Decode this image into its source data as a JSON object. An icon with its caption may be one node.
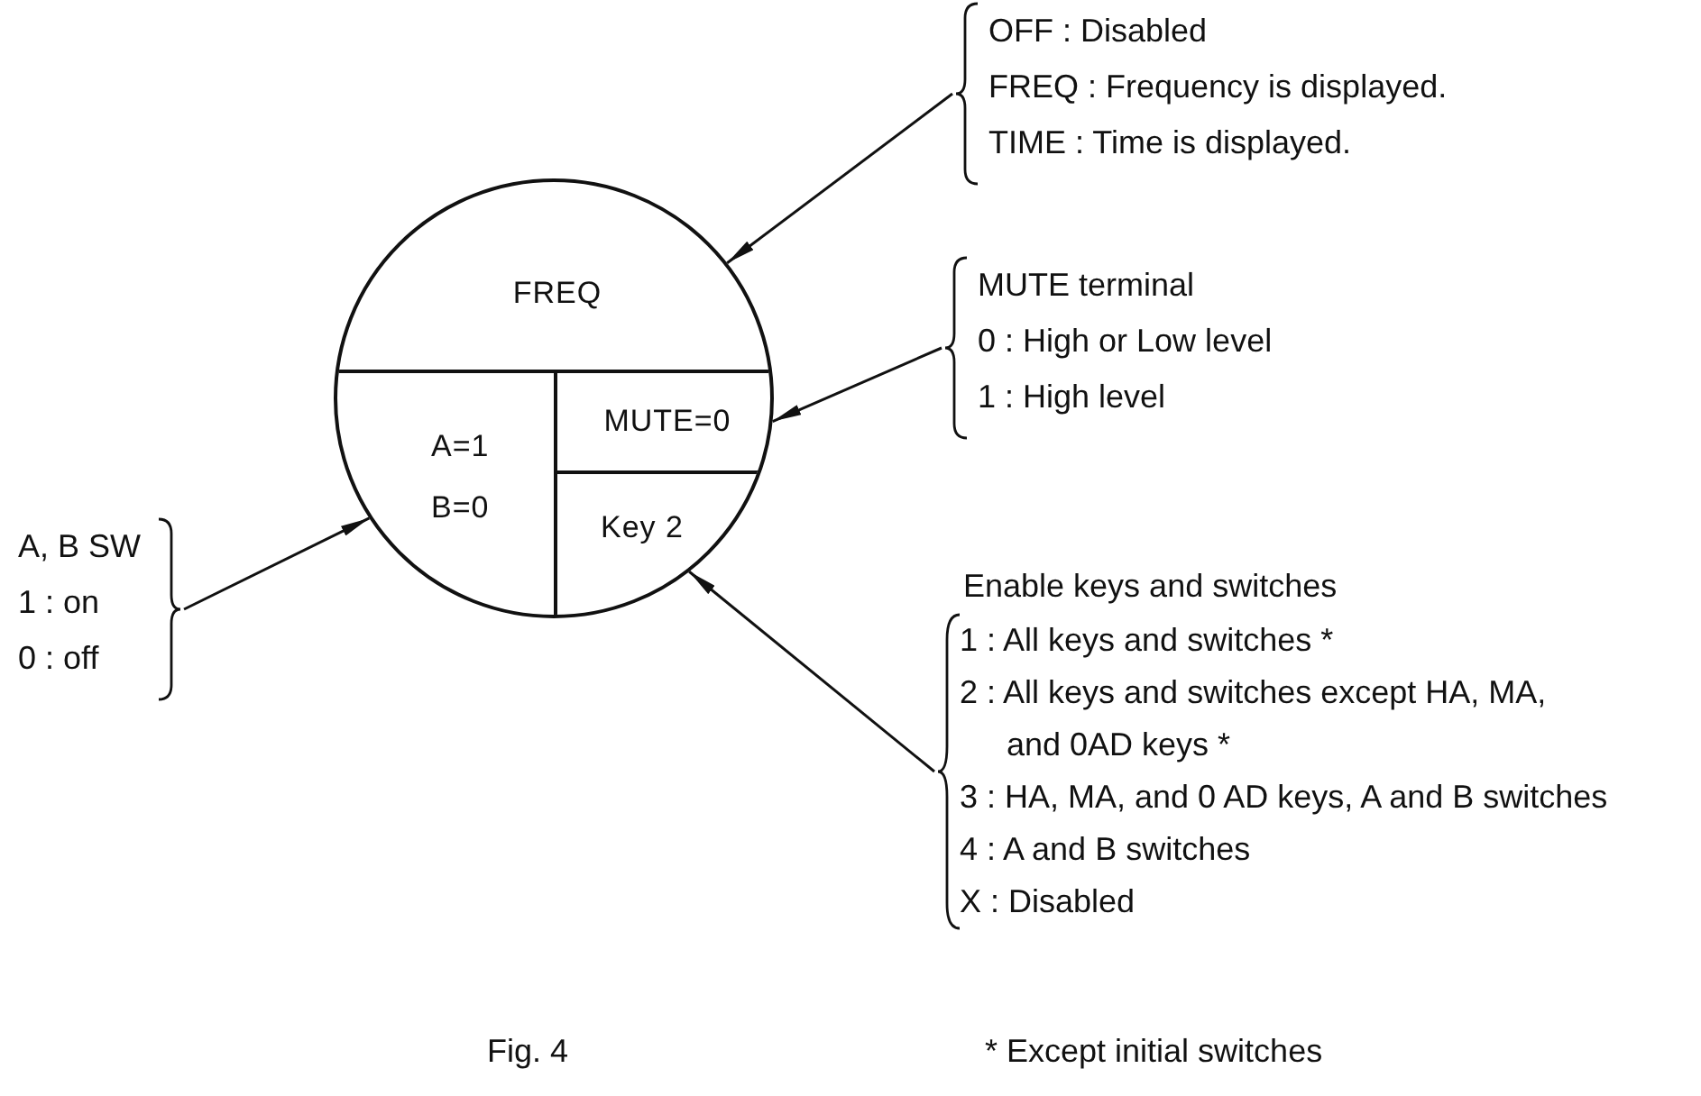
{
  "diagram": {
    "caption": "Fig. 4",
    "nodes": [
      {
        "text": [],
        "shape": "circle"
      },
      {
        "text": [
          "FREQ"
        ],
        "in": 0
      },
      {
        "text": [
          "A=1",
          "B=0"
        ],
        "in": 0
      },
      {
        "text": [
          "MUTE=0"
        ],
        "in": 0
      },
      {
        "text": [
          "Key 2"
        ],
        "in": 0
      },
      {
        "text": [
          "OFF : Disabled",
          "FREQ : Frequency is displayed.",
          "TIME : Time is displayed."
        ]
      },
      {
        "text": [
          "MUTE terminal",
          "0 : High or Low level",
          "1 : High level"
        ]
      },
      {
        "text": [
          "A, B SW",
          "1 : on",
          "0 : off"
        ]
      },
      {
        "text": [
          "Enable keys and switches",
          "1 : All keys and switches *",
          "2 : All keys and switches except HA, MA, and 0AD keys *",
          "3 : HA, MA, and 0 AD keys, A and B switches",
          "4 : A and B switches",
          "X : Disabled"
        ]
      }
    ],
    "edges": [
      {
        "from": 5,
        "to": 1,
        "arrow": "to"
      },
      {
        "from": 6,
        "to": 3,
        "arrow": "to"
      },
      {
        "from": 7,
        "to": 2,
        "arrow": "to"
      },
      {
        "from": 8,
        "to": 4,
        "arrow": "to"
      }
    ],
    "labels": [
      "* Except initial switches"
    ]
  }
}
